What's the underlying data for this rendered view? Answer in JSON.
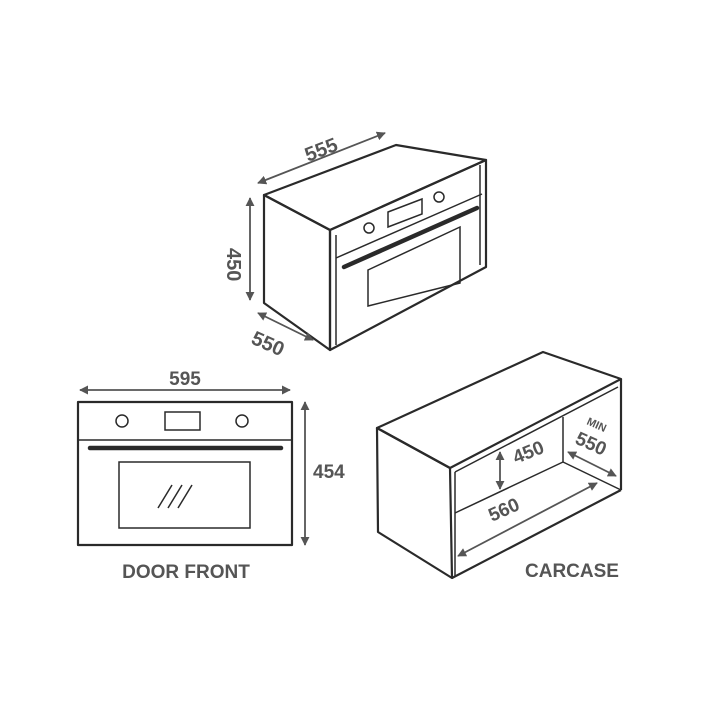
{
  "oven_isometric": {
    "width_label": "555",
    "height_label": "450",
    "depth_label": "550"
  },
  "door_front": {
    "width_label": "595",
    "height_label": "454",
    "caption": "DOOR FRONT"
  },
  "carcase": {
    "height_label": "450",
    "width_label": "560",
    "depth_prefix": "MIN",
    "depth_label": "550",
    "caption": "CARCASE"
  },
  "colors": {
    "line": "#2a2a2a",
    "dimension": "#555555"
  }
}
